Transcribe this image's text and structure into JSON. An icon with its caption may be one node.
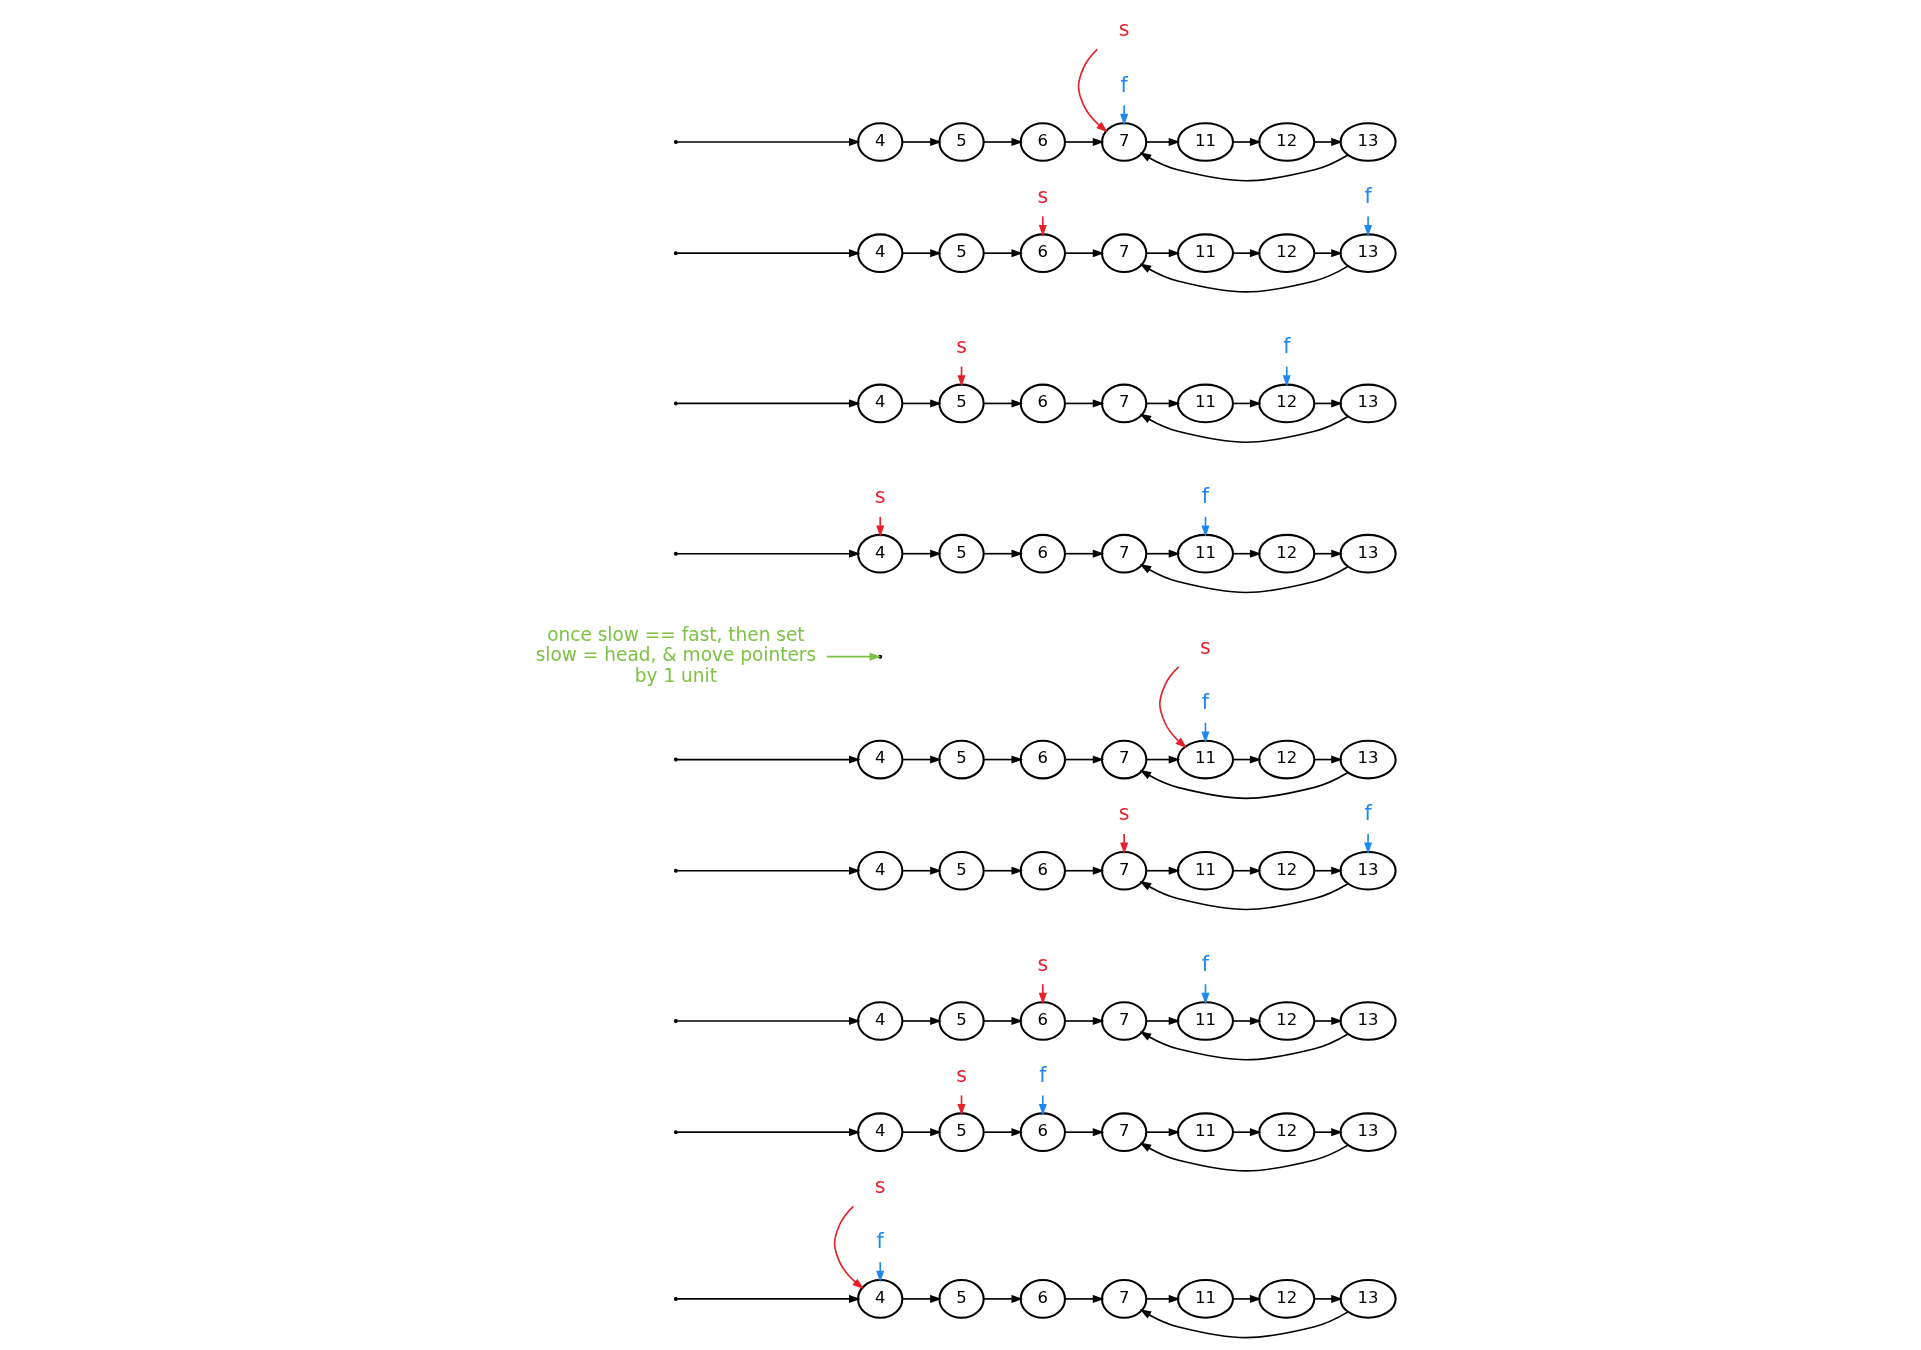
{
  "diagram": {
    "nodes": [
      {
        "text": [
          "4"
        ]
      },
      {
        "text": [
          "5"
        ]
      },
      {
        "text": [
          "6"
        ]
      },
      {
        "text": [
          "7"
        ]
      },
      {
        "text": [
          "11"
        ]
      },
      {
        "text": [
          "12"
        ]
      },
      {
        "text": [
          "13"
        ]
      },
      {
        "text": [
          "s"
        ]
      },
      {
        "text": [
          "f"
        ]
      },
      {
        "text": [
          "4"
        ]
      },
      {
        "text": [
          "5"
        ]
      },
      {
        "text": [
          "6"
        ]
      },
      {
        "text": [
          "7"
        ]
      },
      {
        "text": [
          "11"
        ]
      },
      {
        "text": [
          "12"
        ]
      },
      {
        "text": [
          "13"
        ]
      },
      {
        "text": [
          "s"
        ]
      },
      {
        "text": [
          "f"
        ]
      },
      {
        "text": [
          "4"
        ]
      },
      {
        "text": [
          "5"
        ]
      },
      {
        "text": [
          "6"
        ]
      },
      {
        "text": [
          "7"
        ]
      },
      {
        "text": [
          "11"
        ]
      },
      {
        "text": [
          "12"
        ]
      },
      {
        "text": [
          "13"
        ]
      },
      {
        "text": [
          "s"
        ]
      },
      {
        "text": [
          "f"
        ]
      },
      {
        "text": [
          "4"
        ]
      },
      {
        "text": [
          "5"
        ]
      },
      {
        "text": [
          "6"
        ]
      },
      {
        "text": [
          "7"
        ]
      },
      {
        "text": [
          "11"
        ]
      },
      {
        "text": [
          "12"
        ]
      },
      {
        "text": [
          "13"
        ]
      },
      {
        "text": [
          "s"
        ]
      },
      {
        "text": [
          "f"
        ]
      },
      {
        "text": [
          "4"
        ]
      },
      {
        "text": [
          "5"
        ]
      },
      {
        "text": [
          "6"
        ]
      },
      {
        "text": [
          "7"
        ]
      },
      {
        "text": [
          "11"
        ]
      },
      {
        "text": [
          "12"
        ]
      },
      {
        "text": [
          "13"
        ]
      },
      {
        "text": [
          "s"
        ]
      },
      {
        "text": [
          "f"
        ]
      },
      {
        "text": [
          "once slow == fast, then set slow = head, & move pointers by 1 unit"
        ]
      },
      {
        "text": [
          "4"
        ]
      },
      {
        "text": [
          "5"
        ]
      },
      {
        "text": [
          "6"
        ]
      },
      {
        "text": [
          "7"
        ]
      },
      {
        "text": [
          "11"
        ]
      },
      {
        "text": [
          "12"
        ]
      },
      {
        "text": [
          "13"
        ]
      },
      {
        "text": [
          "s"
        ]
      },
      {
        "text": [
          "f"
        ]
      },
      {
        "text": [
          "4"
        ]
      },
      {
        "text": [
          "5"
        ]
      },
      {
        "text": [
          "6"
        ]
      },
      {
        "text": [
          "7"
        ]
      },
      {
        "text": [
          "11"
        ]
      },
      {
        "text": [
          "12"
        ]
      },
      {
        "text": [
          "13"
        ]
      },
      {
        "text": [
          "s"
        ]
      },
      {
        "text": [
          "f"
        ]
      },
      {
        "text": [
          "4"
        ]
      },
      {
        "text": [
          "5"
        ]
      },
      {
        "text": [
          "6"
        ]
      },
      {
        "text": [
          "7"
        ]
      },
      {
        "text": [
          "11"
        ]
      },
      {
        "text": [
          "12"
        ]
      },
      {
        "text": [
          "13"
        ]
      },
      {
        "text": [
          "s"
        ]
      },
      {
        "text": [
          "f"
        ]
      },
      {
        "text": [
          "4"
        ]
      },
      {
        "text": [
          "5"
        ]
      },
      {
        "text": [
          "6"
        ]
      },
      {
        "text": [
          "7"
        ]
      },
      {
        "text": [
          "11"
        ]
      },
      {
        "text": [
          "12"
        ]
      },
      {
        "text": [
          "13"
        ]
      },
      {
        "text": [
          "s"
        ]
      },
      {
        "text": [
          "f"
        ]
      }
    ],
    "edges": [
      {
        "from": null,
        "to": 0,
        "arrow": "to"
      },
      {
        "from": 0,
        "to": 1,
        "arrow": "to"
      },
      {
        "from": 1,
        "to": 2,
        "arrow": "to"
      },
      {
        "from": 2,
        "to": 3,
        "arrow": "to"
      },
      {
        "from": 3,
        "to": 4,
        "arrow": "to"
      },
      {
        "from": 4,
        "to": 5,
        "arrow": "to"
      },
      {
        "from": 5,
        "to": 6,
        "arrow": "to"
      },
      {
        "from": 6,
        "to": 3,
        "arrow": "to"
      },
      {
        "from": 7,
        "to": 0,
        "arrow": "to",
        "color": "#e8202a"
      },
      {
        "from": 8,
        "to": 0,
        "arrow": "to",
        "color": "#1e88f0"
      },
      {
        "from": null,
        "to": 9,
        "arrow": "to"
      },
      {
        "from": 9,
        "to": 10,
        "arrow": "to"
      },
      {
        "from": 10,
        "to": 11,
        "arrow": "to"
      },
      {
        "from": 11,
        "to": 12,
        "arrow": "to"
      },
      {
        "from": 12,
        "to": 13,
        "arrow": "to"
      },
      {
        "from": 13,
        "to": 14,
        "arrow": "to"
      },
      {
        "from": 14,
        "to": 15,
        "arrow": "to"
      },
      {
        "from": 15,
        "to": 12,
        "arrow": "to"
      },
      {
        "from": 16,
        "to": 10,
        "arrow": "to",
        "color": "#e8202a"
      },
      {
        "from": 17,
        "to": 11,
        "arrow": "to",
        "color": "#1e88f0"
      },
      {
        "from": null,
        "to": 18,
        "arrow": "to"
      },
      {
        "from": 18,
        "to": 19,
        "arrow": "to"
      },
      {
        "from": 19,
        "to": 20,
        "arrow": "to"
      },
      {
        "from": 20,
        "to": 21,
        "arrow": "to"
      },
      {
        "from": 21,
        "to": 22,
        "arrow": "to"
      },
      {
        "from": 22,
        "to": 23,
        "arrow": "to"
      },
      {
        "from": 23,
        "to": 24,
        "arrow": "to"
      },
      {
        "from": 24,
        "to": 21,
        "arrow": "to"
      },
      {
        "from": 25,
        "to": 20,
        "arrow": "to",
        "color": "#e8202a"
      },
      {
        "from": 26,
        "to": 22,
        "arrow": "to",
        "color": "#1e88f0"
      },
      {
        "from": null,
        "to": 27,
        "arrow": "to"
      },
      {
        "from": 27,
        "to": 28,
        "arrow": "to"
      },
      {
        "from": 28,
        "to": 29,
        "arrow": "to"
      },
      {
        "from": 29,
        "to": 30,
        "arrow": "to"
      },
      {
        "from": 30,
        "to": 31,
        "arrow": "to"
      },
      {
        "from": 31,
        "to": 32,
        "arrow": "to"
      },
      {
        "from": 32,
        "to": 33,
        "arrow": "to"
      },
      {
        "from": 33,
        "to": 30,
        "arrow": "to"
      },
      {
        "from": 34,
        "to": 30,
        "arrow": "to",
        "color": "#e8202a"
      },
      {
        "from": 35,
        "to": 33,
        "arrow": "to",
        "color": "#1e88f0"
      },
      {
        "from": null,
        "to": 36,
        "arrow": "to"
      },
      {
        "from": 36,
        "to": 37,
        "arrow": "to"
      },
      {
        "from": 37,
        "to": 38,
        "arrow": "to"
      },
      {
        "from": 38,
        "to": 39,
        "arrow": "to"
      },
      {
        "from": 39,
        "to": 40,
        "arrow": "to"
      },
      {
        "from": 40,
        "to": 41,
        "arrow": "to"
      },
      {
        "from": 41,
        "to": 42,
        "arrow": "to"
      },
      {
        "from": 42,
        "to": 39,
        "arrow": "to"
      },
      {
        "from": 43,
        "to": 40,
        "arrow": "to",
        "color": "#e8202a"
      },
      {
        "from": 44,
        "to": 40,
        "arrow": "to",
        "color": "#1e88f0"
      },
      {
        "from": 45,
        "to": null,
        "arrow": "to",
        "color": "#7cc243"
      },
      {
        "from": null,
        "to": 46,
        "arrow": "to"
      },
      {
        "from": 46,
        "to": 47,
        "arrow": "to"
      },
      {
        "from": 47,
        "to": 48,
        "arrow": "to"
      },
      {
        "from": 48,
        "to": 49,
        "arrow": "to"
      },
      {
        "from": 49,
        "to": 50,
        "arrow": "to"
      },
      {
        "from": 50,
        "to": 51,
        "arrow": "to"
      },
      {
        "from": 51,
        "to": 52,
        "arrow": "to"
      },
      {
        "from": 52,
        "to": 49,
        "arrow": "to"
      },
      {
        "from": 53,
        "to": 46,
        "arrow": "to",
        "color": "#e8202a"
      },
      {
        "from": 54,
        "to": 50,
        "arrow": "to",
        "color": "#1e88f0"
      },
      {
        "from": null,
        "to": 55,
        "arrow": "to"
      },
      {
        "from": 55,
        "to": 56,
        "arrow": "to"
      },
      {
        "from": 56,
        "to": 57,
        "arrow": "to"
      },
      {
        "from": 57,
        "to": 58,
        "arrow": "to"
      },
      {
        "from": 58,
        "to": 59,
        "arrow": "to"
      },
      {
        "from": 59,
        "to": 60,
        "arrow": "to"
      },
      {
        "from": 60,
        "to": 61,
        "arrow": "to"
      },
      {
        "from": 61,
        "to": 58,
        "arrow": "to"
      },
      {
        "from": 62,
        "to": 56,
        "arrow": "to",
        "color": "#e8202a"
      },
      {
        "from": 63,
        "to": 60,
        "arrow": "to",
        "color": "#1e88f0"
      },
      {
        "from": null,
        "to": 64,
        "arrow": "to"
      },
      {
        "from": 64,
        "to": 65,
        "arrow": "to"
      },
      {
        "from": 65,
        "to": 66,
        "arrow": "to"
      },
      {
        "from": 66,
        "to": 67,
        "arrow": "to"
      },
      {
        "from": 67,
        "to": 68,
        "arrow": "to"
      },
      {
        "from": 68,
        "to": 69,
        "arrow": "to"
      },
      {
        "from": 69,
        "to": 70,
        "arrow": "to"
      },
      {
        "from": 70,
        "to": 67,
        "arrow": "to"
      },
      {
        "from": 71,
        "to": 66,
        "arrow": "to",
        "color": "#e8202a"
      },
      {
        "from": 72,
        "to": 70,
        "arrow": "to",
        "color": "#1e88f0"
      },
      {
        "from": null,
        "to": 73,
        "arrow": "to"
      },
      {
        "from": 73,
        "to": 74,
        "arrow": "to"
      },
      {
        "from": 74,
        "to": 75,
        "arrow": "to"
      },
      {
        "from": 75,
        "to": 76,
        "arrow": "to"
      },
      {
        "from": 76,
        "to": 77,
        "arrow": "to"
      },
      {
        "from": 77,
        "to": 78,
        "arrow": "to"
      },
      {
        "from": 78,
        "to": 79,
        "arrow": "to"
      },
      {
        "from": 79,
        "to": 76,
        "arrow": "to"
      },
      {
        "from": 80,
        "to": 76,
        "arrow": "to",
        "color": "#e8202a"
      },
      {
        "from": 81,
        "to": 76,
        "arrow": "to",
        "color": "#1e88f0"
      }
    ]
  }
}
